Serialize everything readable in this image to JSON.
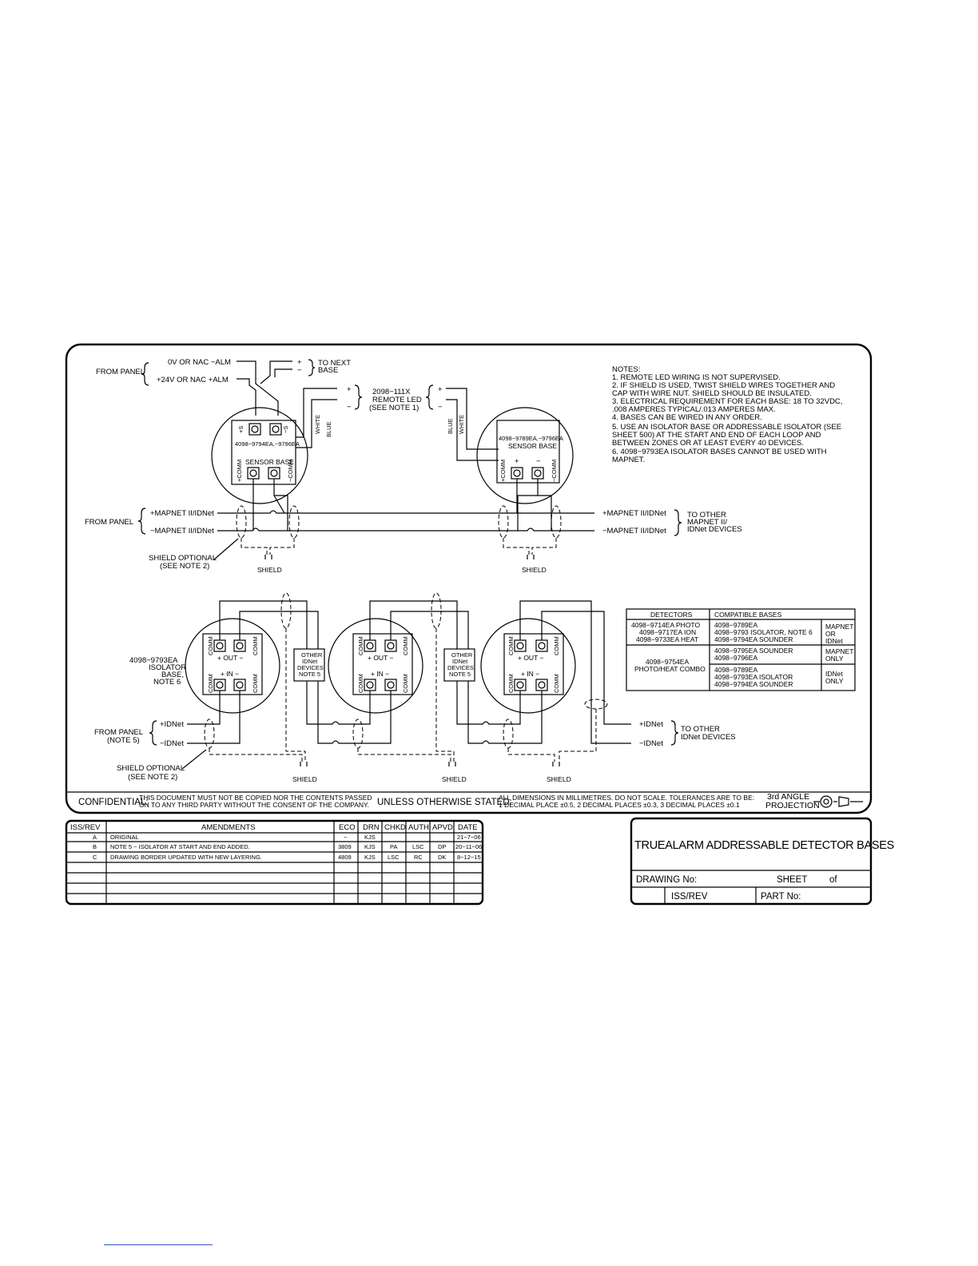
{
  "top_wiring": {
    "from_panel": "FROM PANEL",
    "alm_minus": "0V OR NAC −ALM",
    "alm_plus": "+24V OR NAC +ALM",
    "to_next_plus": "+",
    "to_next_minus": "−",
    "to_next_1": "TO NEXT",
    "to_next_2": "BASE",
    "led_plus_a": "+",
    "led_minus_a": "−",
    "led_plus_b": "+",
    "led_minus_b": "−",
    "remote_led_1": "2098−111X",
    "remote_led_2": "REMOTE LED",
    "remote_led_3": "(SEE NOTE 1)",
    "white_a": "WHITE",
    "blue_a": "BLUE",
    "blue_b": "BLUE",
    "white_b": "WHITE",
    "base1_term_s_plus": "+S",
    "base1_term_s_minus": "−S",
    "base1_model": "4098−9794EA,−9796EA",
    "base1_name": "SENSOR BASE",
    "base1_comm_plus": "+COMM",
    "base1_comm_minus": "−COMM",
    "base2_model": "4098−9789EA,−9796EA",
    "base2_name": "SENSOR BASE",
    "base2_plus": "+",
    "base2_minus": "−",
    "base2_comm_plus": "+COMM",
    "base2_comm_minus": "−COMM",
    "mapnet_from": "FROM PANEL",
    "mapnet_plus_left": "+MAPNET II/IDNet",
    "mapnet_minus_left": "−MAPNET II/IDNet",
    "mapnet_plus_right": "+MAPNET II/IDNet",
    "mapnet_minus_right": "−MAPNET II/IDNet",
    "to_other_1": "TO OTHER",
    "to_other_2": "MAPNET II/",
    "to_other_3": "IDNet DEVICES",
    "shield_opt_1": "SHIELD OPTIONAL",
    "shield_opt_2": "(SEE NOTE 2)",
    "shield_a": "SHIELD",
    "shield_b": "SHIELD"
  },
  "notes": {
    "heading": "NOTES:",
    "lines": [
      "1.  REMOTE LED WIRING IS NOT SUPERVISED.",
      "2.  IF SHIELD IS USED, TWIST SHIELD WIRES TOGETHER AND",
      "     CAP WITH WIRE NUT. SHIELD SHOULD BE INSULATED.",
      "3.  ELECTRICAL REQUIREMENT FOR EACH BASE: 18 TO 32VDC,",
      "     .008 AMPERES TYPICAL/.013 AMPERES MAX.",
      "4.  BASES CAN BE WIRED IN ANY ORDER.",
      "5.  USE AN ISOLATOR BASE OR ADDRESSABLE ISOLATOR (SEE",
      "     SHEET 500) AT THE START AND END OF EACH LOOP AND",
      "     BETWEEN ZONES OR AT LEAST EVERY 40 DEVICES.",
      "6.  4098−9793EA ISOLATOR BASES CANNOT BE USED WITH",
      "     MAPNET."
    ]
  },
  "bottom_wiring": {
    "iso_1": "4098−9793EA",
    "iso_2": "ISOLATOR",
    "iso_3": "BASE,",
    "iso_4": "NOTE 6",
    "comm": "COMM",
    "out": "+  OUT  −",
    "in": "+  IN  −",
    "other_1": "OTHER",
    "other_2": "IDNet",
    "other_3": "DEVICES,",
    "other_4": "NOTE 5",
    "idnet_plus_left": "+IDNet",
    "idnet_minus_left": "−IDNet",
    "from_1": "FROM PANEL",
    "from_2": "(NOTE 5)",
    "idnet_plus_right": "+IDNet",
    "idnet_minus_right": "−IDNet",
    "to_other_1": "TO OTHER",
    "to_other_2": "IDNet DEVICES",
    "shield_opt_1": "SHIELD OPTIONAL",
    "shield_opt_2": "(SEE NOTE 2)",
    "shield": "SHIELD"
  },
  "compat_table": {
    "headers": [
      "DETECTORS",
      "COMPATIBLE BASES"
    ],
    "rows": [
      {
        "detectors": [
          "4098−9714EA PHOTO",
          "4098−9717EA ION",
          "4098−9733EA HEAT"
        ],
        "bases": [
          "4098−9789EA",
          "4098−9793 ISOLATOR, NOTE 6",
          "4098−9794EA SOUNDER"
        ],
        "net": [
          "MAPNET",
          "OR",
          "IDNet"
        ]
      },
      {
        "detectors": [
          "4098−9754EA",
          "PHOTO/HEAT COMBO"
        ],
        "bases": [
          "4098−9795EA SOUNDER",
          "4098−9796EA"
        ],
        "net": [
          "MAPNET",
          "ONLY"
        ]
      },
      {
        "detectors": [],
        "bases": [
          "4098−9789EA",
          "4098−9793EA ISOLATOR",
          "4098−9794EA SOUNDER"
        ],
        "net": [
          "IDNet",
          "ONLY"
        ]
      }
    ]
  },
  "footer_strip": {
    "confidential_label": "CONFIDENTIAL:",
    "confidential_1": "THIS DOCUMENT MUST NOT BE COPIED NOR THE CONTENTS PASSED",
    "confidential_2": "ON TO ANY THIRD PARTY WITHOUT THE CONSENT OF THE COMPANY.",
    "unless": "UNLESS OTHERWISE STATED:",
    "dims_1": "ALL DIMENSIONS IN MILLIMETRES. DO NOT SCALE. TOLERANCES ARE TO BE:",
    "dims_2": "1 DECIMAL PLACE ±0.5, 2 DECIMAL PLACES ±0.3, 3 DECIMAL PLACES ±0.1",
    "proj_1": "3rd ANGLE",
    "proj_2": "PROJECTION"
  },
  "revisions": {
    "headers": [
      "ISS/REV",
      "AMENDMENTS",
      "ECO",
      "DRN",
      "CHKD",
      "AUTH",
      "APVD",
      "DATE"
    ],
    "rows": [
      [
        "A",
        "ORIGINAL",
        "−",
        "KJS",
        "",
        "",
        "",
        "21−7−06"
      ],
      [
        "B",
        "NOTE 5 − ISOLATOR AT START AND END ADDED.",
        "3809",
        "KJS",
        "PA",
        "LSC",
        "DP",
        "20−11−06"
      ],
      [
        "C",
        "DRAWING BORDER UPDATED WITH NEW LAYERING.",
        "4809",
        "KJS",
        "LSC",
        "RC",
        "DK",
        "8−12−15"
      ],
      [
        "",
        "",
        "",
        "",
        "",
        "",
        "",
        ""
      ],
      [
        "",
        "",
        "",
        "",
        "",
        "",
        "",
        ""
      ],
      [
        "",
        "",
        "",
        "",
        "",
        "",
        "",
        ""
      ]
    ]
  },
  "title_block": {
    "title": "TRUEALARM ADDRESSABLE DETECTOR BASES",
    "drawing_no": "DRAWING  No:",
    "sheet": "SHEET",
    "of": "of",
    "iss_rev": "ISS/REV",
    "part_no": "PART  No:"
  }
}
